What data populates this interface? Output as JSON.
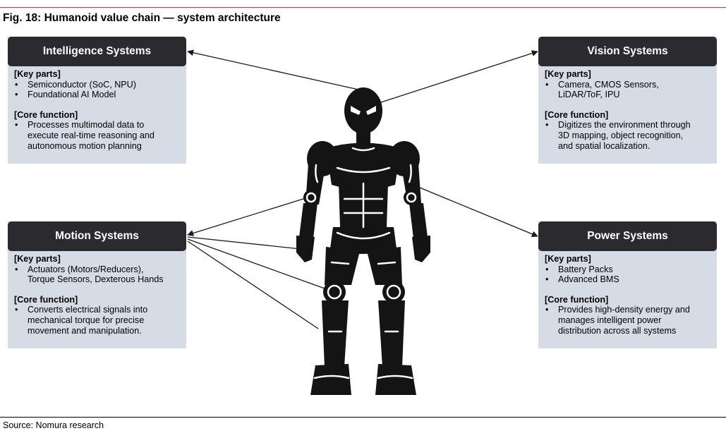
{
  "figure": {
    "title": "Fig. 18: Humanoid value chain — system architecture",
    "source": "Source: Nomura research"
  },
  "panels": {
    "intelligence": {
      "title": "Intelligence Systems",
      "key_parts_label": "[Key parts]",
      "key_parts": [
        [
          "Semiconductor (SoC, NPU)"
        ],
        [
          "Foundational AI Model"
        ]
      ],
      "core_function_label": "[Core function]",
      "core_function": [
        [
          "Processes multimodal data to",
          "execute real-time reasoning and",
          "autonomous motion planning"
        ]
      ]
    },
    "vision": {
      "title": "Vision Systems",
      "key_parts_label": "[Key parts]",
      "key_parts": [
        [
          "Camera, CMOS Sensors,",
          "LiDAR/ToF, IPU"
        ]
      ],
      "core_function_label": "[Core function]",
      "core_function": [
        [
          "Digitizes the environment through",
          "3D mapping, object recognition,",
          "and spatial localization."
        ]
      ]
    },
    "motion": {
      "title": "Motion Systems",
      "key_parts_label": "[Key parts]",
      "key_parts": [
        [
          "Actuators (Motors/Reducers),",
          "Torque Sensors, Dexterous Hands"
        ]
      ],
      "core_function_label": "[Core function]",
      "core_function": [
        [
          "Converts electrical signals into",
          "mechanical torque for precise",
          "movement and manipulation."
        ]
      ]
    },
    "power": {
      "title": "Power Systems",
      "key_parts_label": "[Key parts]",
      "key_parts": [
        [
          "Battery Packs"
        ],
        [
          "Advanced BMS"
        ]
      ],
      "core_function_label": "[Core function]",
      "core_function": [
        [
          "Provides high-density energy and",
          "manages intelligent power",
          "distribution across all systems"
        ]
      ]
    }
  },
  "colors": {
    "header_bg": "#2b2b2f",
    "panel_bg": "#d6dce6",
    "top_rule": "#d9363e",
    "robot": "#141414"
  },
  "illustration": "humanoid-robot"
}
